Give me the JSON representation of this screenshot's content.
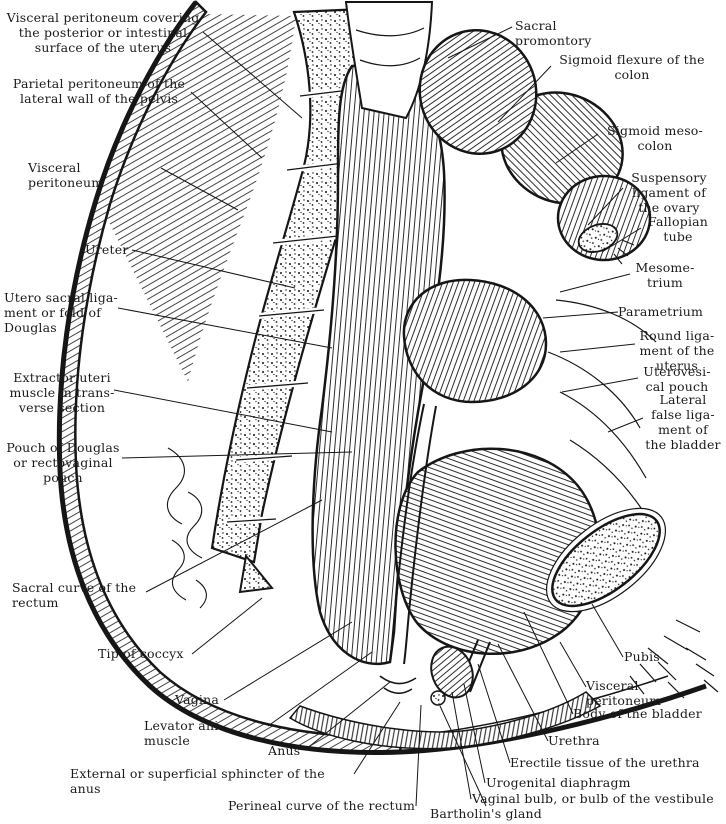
{
  "palette": {
    "ink": "#161616",
    "paper": "#ffffff"
  },
  "labels": [
    {
      "name": "visceral-peritoneum-uterus",
      "text": "Visceral peritoneum covering\nthe posterior or intestinal\nsurface of the uterus"
    },
    {
      "name": "parietal-peritoneum-pelvis",
      "text": "Parietal peritoneum of the\nlateral wall of the pelvis"
    },
    {
      "name": "visceral-peritoneum-left",
      "text": "Visceral peritoneum"
    },
    {
      "name": "ureter",
      "text": "Ureter"
    },
    {
      "name": "utero-sacral-ligament",
      "text": "Utero sacral liga-\nment or fold of\nDouglas"
    },
    {
      "name": "extractor-uteri-muscle",
      "text": "Extractor uteri\nmuscle in trans-\nverse section"
    },
    {
      "name": "pouch-of-douglas",
      "text": "Pouch of Douglas\nor rectovaginal\npouch"
    },
    {
      "name": "sacral-curve-rectum",
      "text": "Sacral curve of the\nrectum"
    },
    {
      "name": "tip-of-coccyx",
      "text": "Tip of coccyx"
    },
    {
      "name": "vagina",
      "text": "Vagina"
    },
    {
      "name": "levator-ani-muscle",
      "text": "Levator ani muscle"
    },
    {
      "name": "anus",
      "text": "Anus"
    },
    {
      "name": "external-sphincter-anus",
      "text": "External or superficial sphincter of the anus"
    },
    {
      "name": "perineal-curve-rectum",
      "text": "Perineal curve of the rectum"
    },
    {
      "name": "sacral-promontory",
      "text": "Sacral promontory"
    },
    {
      "name": "sigmoid-flexure-colon",
      "text": "Sigmoid flexure of the\ncolon"
    },
    {
      "name": "sigmoid-mesocolon",
      "text": "Sigmoid meso-\ncolon"
    },
    {
      "name": "suspensory-ligament-ovary",
      "text": "Suspensory\nligament of\nthe ovary"
    },
    {
      "name": "fallopian-tube",
      "text": "Fallopian\ntube"
    },
    {
      "name": "mesometrium",
      "text": "Mesome-\ntrium"
    },
    {
      "name": "parametrium",
      "text": "Parametrium"
    },
    {
      "name": "round-ligament-uterus",
      "text": "Round liga-\nment of the\nuterus"
    },
    {
      "name": "uterovesical-pouch",
      "text": "Uterovesi-\ncal pouch"
    },
    {
      "name": "lateral-false-ligament-bladder",
      "text": "Lateral\nfalse liga-\nment of\nthe bladder"
    },
    {
      "name": "pubis",
      "text": "Pubis"
    },
    {
      "name": "visceral-peritoneum-right",
      "text": "Visceral peritoneum"
    },
    {
      "name": "body-of-bladder",
      "text": "Body of the bladder"
    },
    {
      "name": "urethra",
      "text": "Urethra"
    },
    {
      "name": "erectile-tissue-urethra",
      "text": "Erectile tissue of the urethra"
    },
    {
      "name": "urogenital-diaphragm",
      "text": "Urogenital diaphragm"
    },
    {
      "name": "vaginal-bulb",
      "text": "Vaginal bulb, or bulb of the vestibule"
    },
    {
      "name": "bartholins-gland",
      "text": "Bartholin's gland"
    }
  ]
}
